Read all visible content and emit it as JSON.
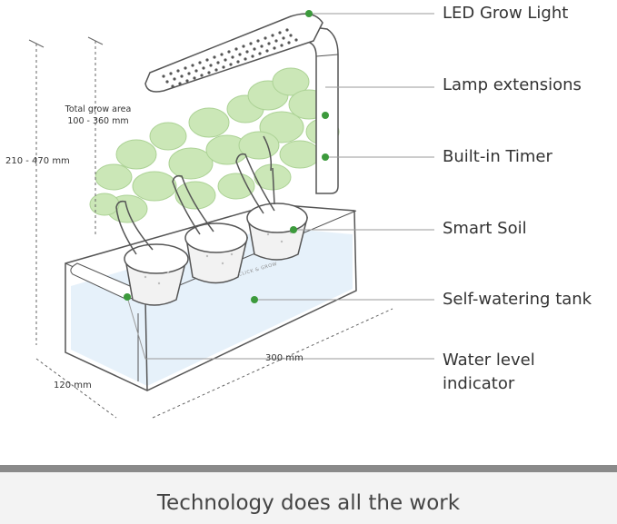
{
  "callouts": [
    {
      "id": "led",
      "label": "LED Grow Light"
    },
    {
      "id": "lamp",
      "label": "Lamp extensions"
    },
    {
      "id": "timer",
      "label": "Built-in Timer"
    },
    {
      "id": "soil",
      "label": "Smart Soil"
    },
    {
      "id": "tank",
      "label": "Self-watering tank"
    },
    {
      "id": "water_line1",
      "label": "Water level"
    },
    {
      "id": "water_line2",
      "label": "indicator"
    }
  ],
  "dimensions": {
    "height": "210 - 470 mm",
    "grow_area_title": "Total grow area",
    "grow_area_range": "100 - 360 mm",
    "length": "300 mm",
    "depth": "120 mm"
  },
  "product_label": "CLICK & GROW",
  "footer": {
    "title": "Technology does all the work"
  },
  "colors": {
    "marker": "#3c9a3c",
    "leaf": "#c9e6b4",
    "leaf_outline": "#a8d090",
    "line": "#555555",
    "water": "#e6f1fa",
    "divider": "#8a8a8a"
  }
}
